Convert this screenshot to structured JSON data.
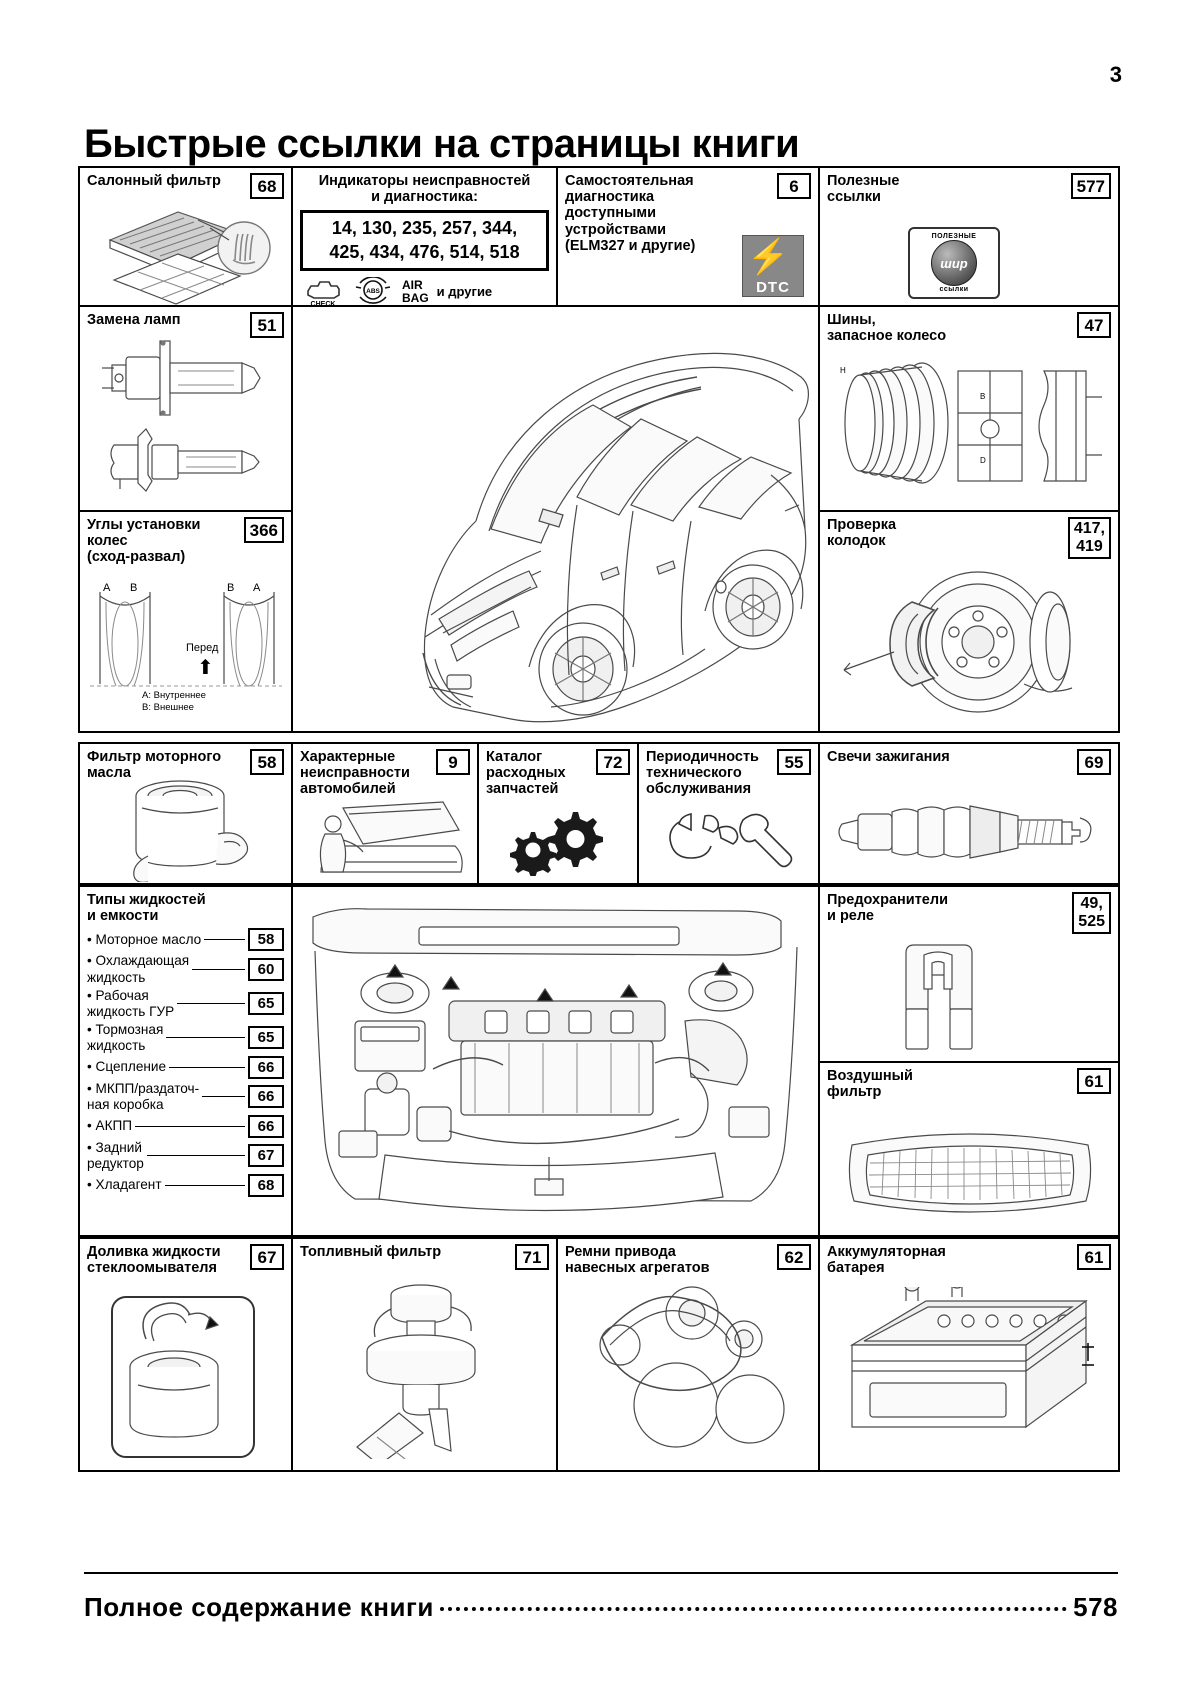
{
  "page": {
    "number": "3",
    "title": "Быстрые ссылки на страницы книги"
  },
  "footer": {
    "text": "Полное содержание книги",
    "page": "578"
  },
  "sections": {
    "cabin_filter": {
      "title": "Салонный фильтр",
      "page": "68"
    },
    "indicators": {
      "title": "Индикаторы неисправностей\nи диагностика:",
      "pages_line1": "14, 130, 235, 257, 344,",
      "pages_line2": "425, 434, 476, 514, 518",
      "icon_check": "CHECK",
      "icon_abs": "ABS",
      "icon_airbag_line1": "AIR",
      "icon_airbag_line2": "BAG",
      "icon_more": "и другие"
    },
    "self_diagnostics": {
      "title": "Самостоятельная\nдиагностика\nдоступными\nустройствами\n(ELM327 и другие)",
      "page": "6",
      "badge": "DTC"
    },
    "useful_links": {
      "title": "Полезные\nссылки",
      "page": "577",
      "badge_top": "ПОЛЕЗНЫЕ",
      "badge_mid": "шир",
      "badge_bottom": "ссылки"
    },
    "lamps": {
      "title": "Замена ламп",
      "page": "51"
    },
    "wheel_alignment": {
      "title": "Углы установки\nколес\n(сход-развал)",
      "page": "366",
      "label_a_left": "A",
      "label_b_left": "B",
      "label_b_right": "B",
      "label_a_right": "A",
      "front": "Перед",
      "legend_a": "A: Внутреннее",
      "legend_b": "B: Внешнее"
    },
    "tires": {
      "title": "Шины,\nзапасное колесо",
      "page": "47"
    },
    "pads_check": {
      "title": "Проверка\nколодок",
      "page_line1": "417,",
      "page_line2": "419"
    },
    "oil_filter": {
      "title": "Фильтр моторного\nмасла",
      "page": "58"
    },
    "typical_faults": {
      "title": "Характерные\nнеисправности\nавтомобилей",
      "page": "9"
    },
    "parts_catalog": {
      "title": "Каталог\nрасходных\nзапчастей",
      "page": "72"
    },
    "service_interval": {
      "title": "Периодичность\nтехнического\nобслуживания",
      "page": "55"
    },
    "spark_plugs": {
      "title": "Свечи зажигания",
      "page": "69"
    },
    "fluids": {
      "title": "Типы жидкостей\nи емкости",
      "items": [
        {
          "label": "• Моторное масло",
          "page": "58"
        },
        {
          "label": "• Охлаждающая\n  жидкость",
          "page": "60"
        },
        {
          "label": "• Рабочая\n  жидкость ГУР",
          "page": "65"
        },
        {
          "label": "• Тормозная\n  жидкость",
          "page": "65"
        },
        {
          "label": "• Сцепление",
          "page": "66"
        },
        {
          "label": "• МКПП/раздаточ-\n  ная коробка",
          "page": "66"
        },
        {
          "label": "• АКПП",
          "page": "66"
        },
        {
          "label": "• Задний\n  редуктор",
          "page": "67"
        },
        {
          "label": "• Хладагент",
          "page": "68"
        }
      ]
    },
    "fuses_relays": {
      "title": "Предохранители\nи реле",
      "page_line1": "49,",
      "page_line2": "525"
    },
    "air_filter": {
      "title": "Воздушный\nфильтр",
      "page": "61"
    },
    "washer_fluid": {
      "title": "Доливка жидкости\nстеклоомывателя",
      "page": "67"
    },
    "fuel_filter": {
      "title": "Топливный фильтр",
      "page": "71"
    },
    "drive_belts": {
      "title": "Ремни привода\nнавесных агрегатов",
      "page": "62"
    },
    "battery": {
      "title": "Аккумуляторная\nбатарея",
      "page": "61"
    }
  },
  "colors": {
    "ink": "#000000",
    "line": "#4a4a4a",
    "fill_light": "#e8e8e8",
    "fill_mid": "#c8c8c8",
    "badge_gray": "#888888"
  }
}
